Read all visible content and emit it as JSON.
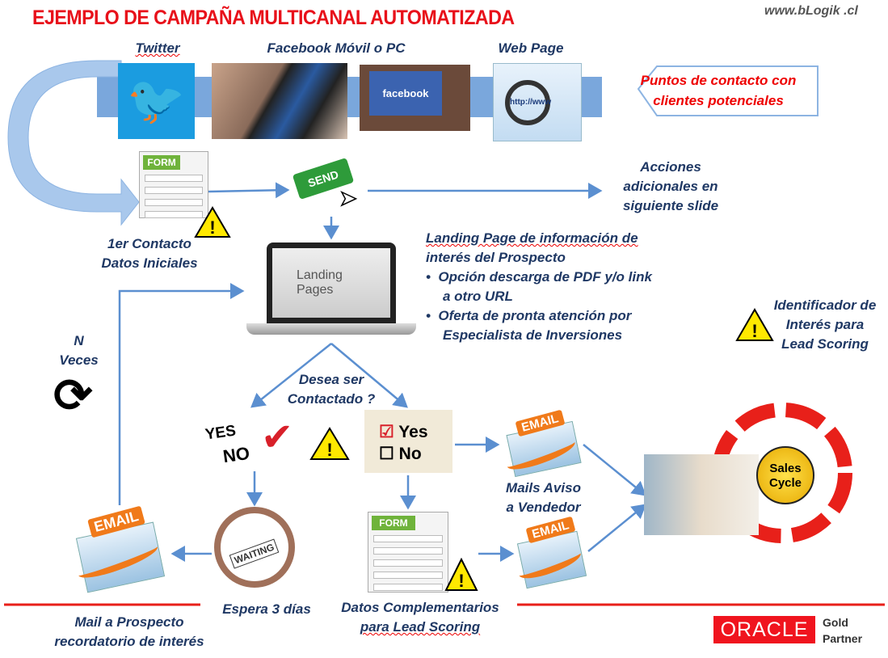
{
  "title": "EJEMPLO DE CAMPAÑA MULTICANAL AUTOMATIZADA",
  "site": "www.bLogik .cl",
  "channels": {
    "twitter": "Twitter",
    "facebook": "Facebook Móvil o PC",
    "web": "Web Page",
    "facebook_logo": "facebook",
    "web_logo": "http://www"
  },
  "callout": {
    "line1": "Puntos de contacto con",
    "line2": "clientes potenciales"
  },
  "form_label": "FORM",
  "send_label": "SEND",
  "first_contact": {
    "line1": "1er Contacto",
    "line2": "Datos Iniciales"
  },
  "actions": {
    "line1": "Acciones",
    "line2": "adicionales en",
    "line3": "siguiente slide"
  },
  "landing": {
    "screen1": "Landing",
    "screen2": "Pages",
    "title1": "Landing Page de información de",
    "title2": "interés del Prospecto",
    "bullets": [
      {
        "l1": "Opción descarga de PDF y/o link",
        "l2": "a otro URL"
      },
      {
        "l1": "Oferta de pronta atención por",
        "l2": "Especialista de Inversiones"
      }
    ]
  },
  "identifier": {
    "line1": "Identificador de",
    "line2": "Interés para",
    "line3": "Lead Scoring"
  },
  "repeat": {
    "line1": "N",
    "line2": "Veces"
  },
  "question": {
    "line1": "Desea ser",
    "line2": "Contactado ?"
  },
  "yesno_img": {
    "yes": "YES",
    "no": "NO"
  },
  "check_img": {
    "yes": "Yes",
    "no": "No"
  },
  "email_label": "EMAIL",
  "mails_vendor": {
    "line1": "Mails Aviso",
    "line2": "a Vendedor"
  },
  "sales_cycle": {
    "line1": "Sales",
    "line2": "Cycle"
  },
  "waiting": "WAITING",
  "wait_label": "Espera 3 días",
  "complement": {
    "line1": "Datos Complementarios",
    "line2": "para Lead Scoring"
  },
  "mail_prospect": {
    "line1": "Mail a Prospecto",
    "line2": "recordatorio de interés"
  },
  "oracle": {
    "logo": "ORACLE",
    "badge1": "Gold",
    "badge2": "Partner"
  },
  "colors": {
    "title": "#e8101a",
    "text": "#1f3864",
    "arrow": "#5b8fd0",
    "band": "#8db4e2"
  }
}
